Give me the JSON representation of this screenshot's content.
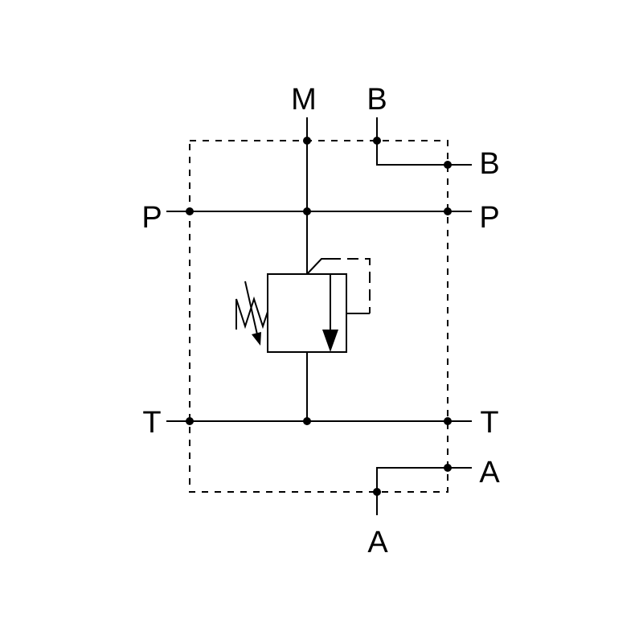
{
  "diagram": {
    "type": "hydraulic schematic - pressure relief valve block",
    "ports": {
      "m_top": "M",
      "b_top": "B",
      "b_right": "B",
      "p_left": "P",
      "p_right": "P",
      "t_left": "T",
      "t_right": "T",
      "a_right": "A",
      "a_bottom": "A"
    },
    "colors": {
      "line": "#000000",
      "background": "#ffffff"
    }
  }
}
